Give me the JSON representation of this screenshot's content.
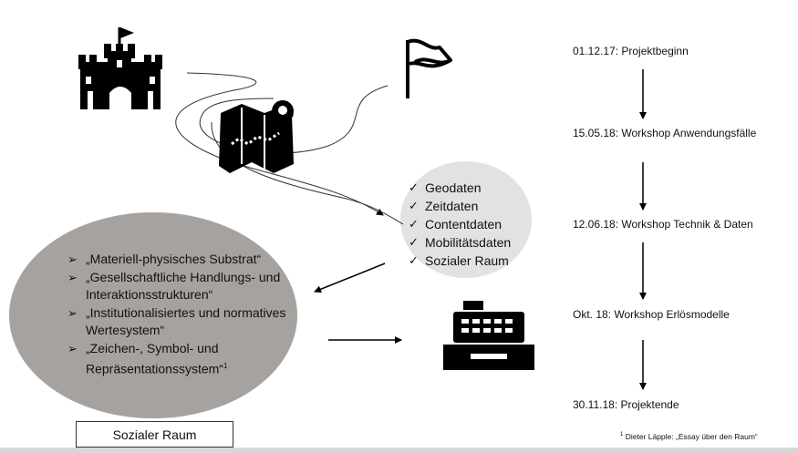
{
  "timeline": {
    "items": [
      "01.12.17: Projektbeginn",
      "15.05.18: Workshop Anwendungsfälle",
      "12.06.18: Workshop Technik & Daten",
      "Okt. 18: Workshop Erlösmodelle",
      "30.11.18: Projektende"
    ]
  },
  "data_types": {
    "check_symbol": "✓",
    "items": [
      "Geodaten",
      "Zeitdaten",
      "Contentdaten",
      "Mobilitätsdaten",
      "Sozialer Raum"
    ]
  },
  "space_dimensions": {
    "bullet_symbol": "➢",
    "items": [
      "„Materiell-physisches Substrat“",
      "„Gesellschaftliche Handlungs- und Interaktionsstrukturen“",
      "„Institutionalisiertes und normatives Wertesystem“",
      "„Zeichen-, Symbol- und Repräsentationssystem“"
    ],
    "footnote_marker": "1"
  },
  "box_label": "Sozialer Raum",
  "footnote": {
    "marker": "1",
    "text": " Dieter Läpple: „Essay über den Raum“"
  },
  "icons": [
    "castle-icon",
    "flag-icon",
    "map-pin-icon",
    "cash-register-icon"
  ],
  "colors": {
    "ellipse_fill": "#a6a29f",
    "circle_fill": "#e3e1e1",
    "icon_color": "#000000",
    "bottom_bar": "#d7d7d7"
  }
}
